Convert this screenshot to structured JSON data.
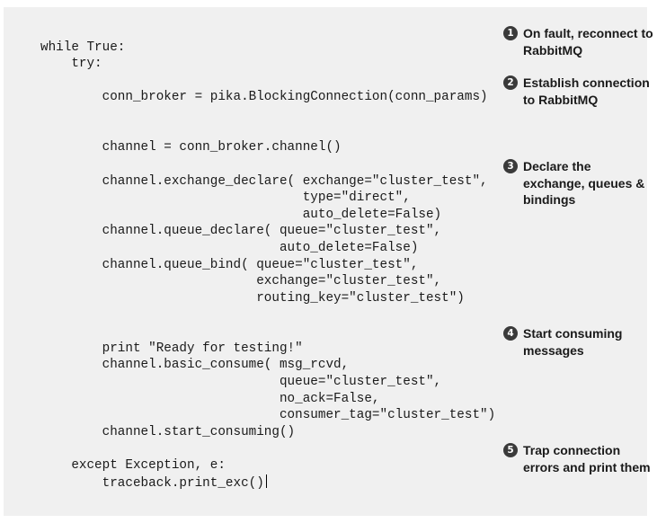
{
  "code_lines": [
    "while True:",
    "    try:",
    "        conn_broker = pika.BlockingConnection(conn_params)",
    "        channel = conn_broker.channel()",
    "        channel.exchange_declare( exchange=\"cluster_test\",",
    "                                  type=\"direct\",",
    "                                  auto_delete=False)",
    "        channel.queue_declare( queue=\"cluster_test\",",
    "                               auto_delete=False)",
    "        channel.queue_bind( queue=\"cluster_test\",",
    "                            exchange=\"cluster_test\",",
    "                            routing_key=\"cluster_test\")",
    "        print \"Ready for testing!\"",
    "        channel.basic_consume( msg_rcvd,",
    "                               queue=\"cluster_test\",",
    "                               no_ack=False,",
    "                               consumer_tag=\"cluster_test\")",
    "        channel.start_consuming()",
    "    except Exception, e:",
    "        traceback.print_exc()"
  ],
  "annotations": [
    {
      "number": "1",
      "text": "On fault, reconnect to RabbitMQ"
    },
    {
      "number": "2",
      "text": "Establish connection to RabbitMQ"
    },
    {
      "number": "3",
      "text": "Declare the exchange, queues & bindings"
    },
    {
      "number": "4",
      "text": "Start consuming messages"
    },
    {
      "number": "5",
      "text": "Trap connection errors and print them"
    }
  ],
  "colors": {
    "panel_background": "#f0f0f0",
    "badge_background": "#3a3a3a",
    "text": "#1a1a1a"
  }
}
